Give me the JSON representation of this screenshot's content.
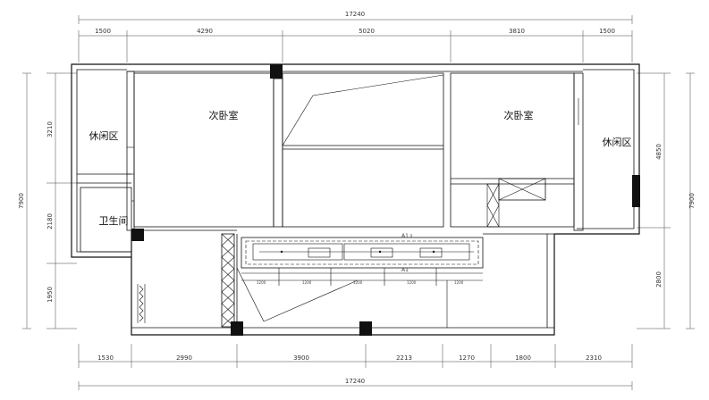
{
  "dimensions": {
    "top_total": "17240",
    "top_segments": [
      "1500",
      "4290",
      "5020",
      "3810",
      "1500"
    ],
    "bottom_total": "17240",
    "bottom_segments": [
      "1530",
      "2990",
      "3900",
      "2213",
      "1270",
      "1800",
      "2310"
    ],
    "left_total": "7900",
    "left_segments": [
      "3210",
      "2180",
      "1950"
    ],
    "right_total": "7900",
    "right_segments": [
      "4850",
      "2800"
    ]
  },
  "rooms": {
    "bedroom_left": "次卧室",
    "bedroom_right": "次卧室",
    "leisure_left": "休闲区",
    "leisure_right": "休闲区",
    "bathroom": "卫生间"
  },
  "section_marks": [
    "A1",
    "A1"
  ]
}
